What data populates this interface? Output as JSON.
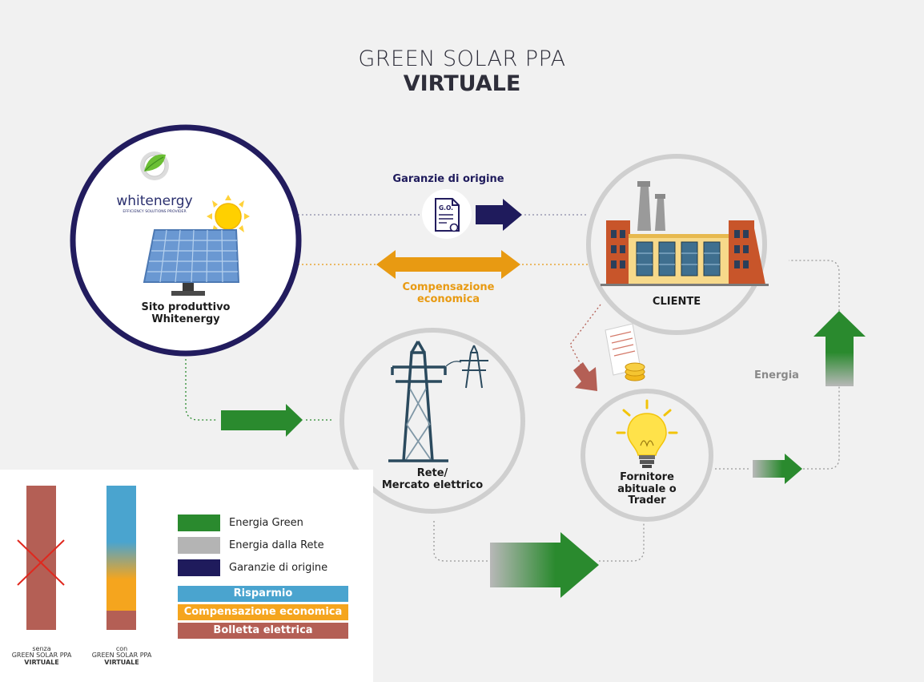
{
  "title": {
    "line1": "GREEN SOLAR PPA",
    "line2": "VIRTUALE"
  },
  "logo": {
    "brand": "whitenergy",
    "tagline": "EFFICIENCY SOLUTIONS PROVIDER"
  },
  "nodes": {
    "site": {
      "line1": "Sito produttivo",
      "line2": "Whitenergy"
    },
    "client": {
      "label": "CLIENTE"
    },
    "grid": {
      "line1": "Rete/",
      "line2": "Mercato elettrico"
    },
    "supplier": {
      "line1": "Fornitore",
      "line2": "abituale o",
      "line3": "Trader"
    }
  },
  "flows": {
    "guarantees": "Garanzie di origine",
    "guarantee_badge": "G.O.",
    "compensation_line1": "Compensazione",
    "compensation_line2": "economica",
    "energy": "Energia"
  },
  "legend": {
    "items": [
      {
        "label": "Energia Green",
        "color": "#2a8a2e"
      },
      {
        "label": "Energia dalla Rete",
        "color": "#b4b4b4"
      },
      {
        "label": "Garanzie di origine",
        "color": "#1f1b5c"
      }
    ],
    "bands": [
      {
        "label": "Risparmio",
        "color": "#4aa4cf"
      },
      {
        "label": "Compensazione economica",
        "color": "#f5a51e"
      },
      {
        "label": "Bolletta elettrica",
        "color": "#b45f55"
      }
    ]
  },
  "comparison": {
    "without": {
      "line1": "senza",
      "line2": "GREEN SOLAR PPA",
      "line3": "VIRTUALE"
    },
    "with": {
      "line1": "con",
      "line2": "GREEN SOLAR PPA",
      "line3": "VIRTUALE"
    }
  },
  "colors": {
    "navy": "#1f1b5c",
    "orange": "#e89a12",
    "green": "#2a8a2e",
    "grey_ring": "#cfcfcf",
    "bill": "#b45f55"
  }
}
